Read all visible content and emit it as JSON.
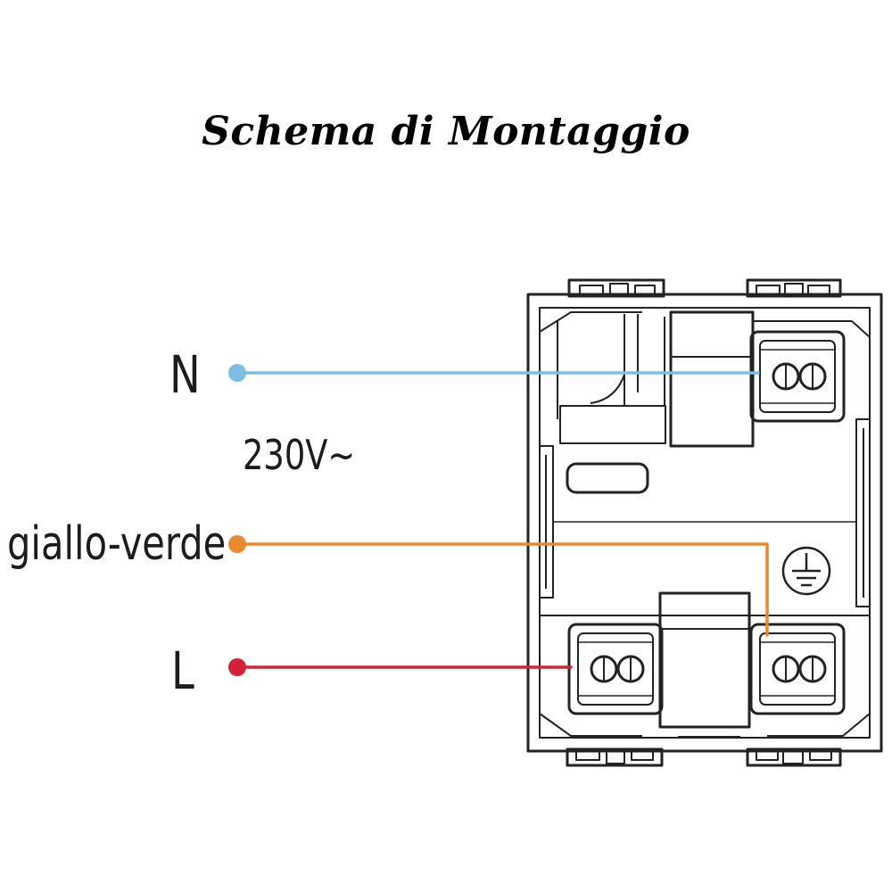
{
  "diagram": {
    "title": "Schema di Montaggio",
    "voltage_label": "230V~",
    "wires": [
      {
        "label": "N",
        "color": "#7bbde3"
      },
      {
        "label": "giallo-verde",
        "color": "#e8892e"
      },
      {
        "label": "L",
        "color": "#d42038"
      }
    ],
    "icons": {
      "ground": "ground-symbol-icon"
    },
    "colors": {
      "outline": "#222222",
      "background": "#ffffff"
    }
  }
}
